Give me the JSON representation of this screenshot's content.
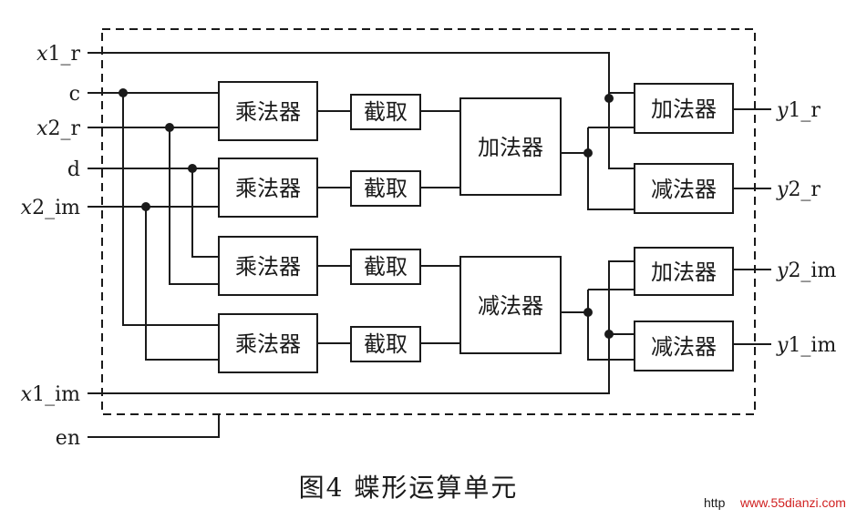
{
  "inputs": {
    "x1_r": {
      "var": "x",
      "sub": "1_r"
    },
    "c": "c",
    "x2_r": {
      "var": "x",
      "sub": "2_r"
    },
    "d": "d",
    "x2_im": {
      "var": "x",
      "sub": "2_im"
    },
    "x1_im": {
      "var": "x",
      "sub": "1_im"
    },
    "en": "en"
  },
  "outputs": {
    "y1_r": {
      "var": "y",
      "sub": "1_r"
    },
    "y2_r": {
      "var": "y",
      "sub": "2_r"
    },
    "y2_im": {
      "var": "y",
      "sub": "2_im"
    },
    "y1_im": {
      "var": "y",
      "sub": "1_im"
    }
  },
  "blocks": {
    "multiplier": "乘法器",
    "truncate": "截取",
    "adder": "加法器",
    "subtractor": "减法器"
  },
  "caption": "图4  蝶形运算单元",
  "watermark": {
    "prefix": "http",
    "site": "www.55dianzi.com"
  },
  "colors": {
    "line": "#1a1a1a",
    "watermark": "#d02020",
    "background": "#ffffff"
  }
}
